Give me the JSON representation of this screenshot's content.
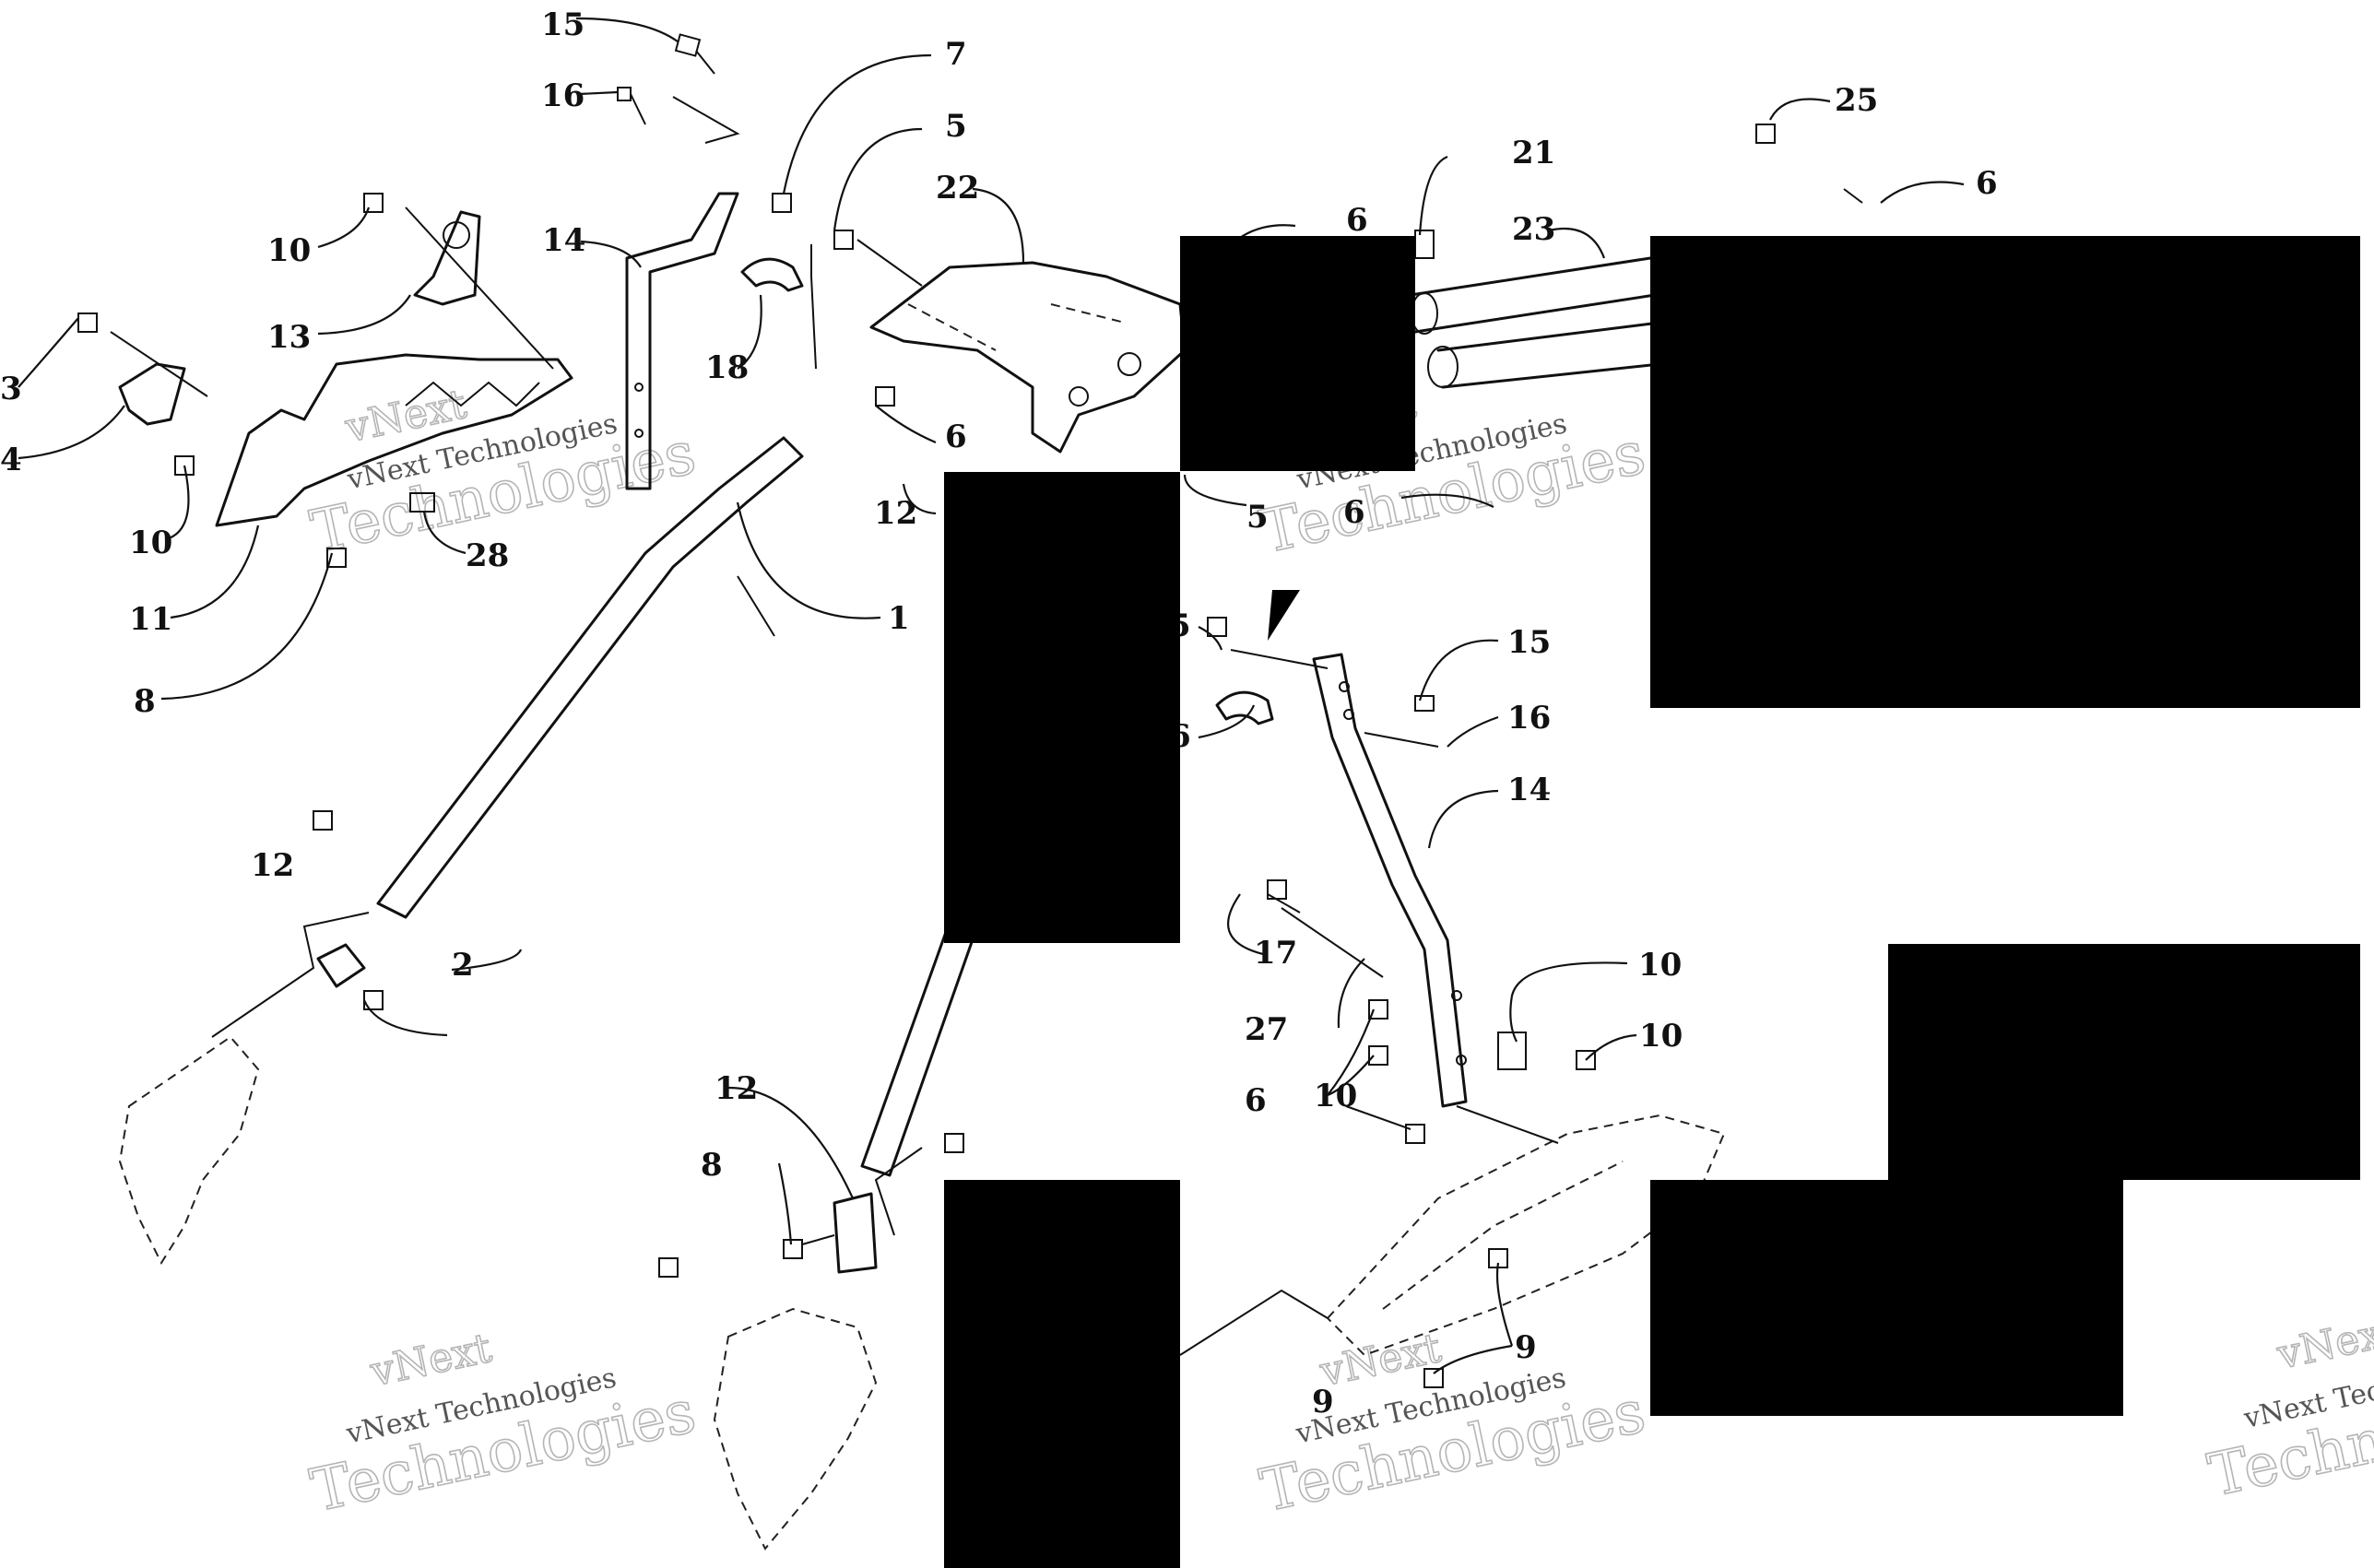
{
  "callouts": [
    {
      "label": "15"
    },
    {
      "label": "16"
    },
    {
      "label": "7"
    },
    {
      "label": "5"
    },
    {
      "label": "22"
    },
    {
      "label": "6"
    },
    {
      "label": "21"
    },
    {
      "label": "23"
    },
    {
      "label": "25"
    },
    {
      "label": "6"
    },
    {
      "label": "10"
    },
    {
      "label": "13"
    },
    {
      "label": "3"
    },
    {
      "label": "4"
    },
    {
      "label": "10"
    },
    {
      "label": "11"
    },
    {
      "label": "8"
    },
    {
      "label": "28"
    },
    {
      "label": "14"
    },
    {
      "label": "18"
    },
    {
      "label": "6"
    },
    {
      "label": "12"
    },
    {
      "label": "1"
    },
    {
      "label": "5"
    },
    {
      "label": "6"
    },
    {
      "label": "15"
    },
    {
      "label": "16"
    },
    {
      "label": "14"
    },
    {
      "label": "5"
    },
    {
      "label": "6"
    },
    {
      "label": "12"
    },
    {
      "label": "2"
    },
    {
      "label": "17"
    },
    {
      "label": "27"
    },
    {
      "label": "10"
    },
    {
      "label": "10"
    },
    {
      "label": "6"
    },
    {
      "label": "12"
    },
    {
      "label": "8"
    },
    {
      "label": "10"
    },
    {
      "label": "9"
    }
  ],
  "watermark": {
    "line1": "vNext",
    "line2": "vNext Technologies",
    "line3": "Technologies"
  },
  "colors": {
    "line": "#111111",
    "watermark": "#b5b5b5",
    "redaction": "#000000",
    "background": "#ffffff"
  }
}
